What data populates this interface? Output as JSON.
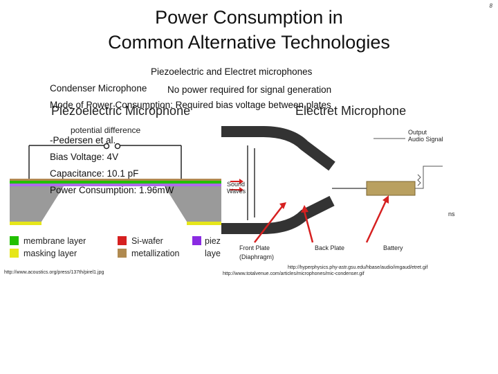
{
  "slide": {
    "title_line1": "Power Consumption in",
    "title_line2": "Common Alternative Technologies",
    "page_number": "8"
  },
  "bullets": {
    "heading": "Piezoelectric and Electret microphones",
    "condenser": "Condenser Microphone",
    "no_power": "No power required for signal generation",
    "mode": "Mode of Power Consumption: Required bias voltage between plates",
    "pedersen": "-Pedersen et al.",
    "bias": "Bias Voltage: 4V",
    "capacitance": "Capacitance: 10.1 pF",
    "power": "Power Consumption: 1.96mW"
  },
  "piezo_diagram": {
    "label": "Piezoelectric Microphone",
    "potential": "potential difference",
    "legend": [
      {
        "label": "membrane layer",
        "color": "#22c000"
      },
      {
        "label": "Si-wafer",
        "color": "#d62020"
      },
      {
        "label": "piez",
        "color": "#8a2be2"
      },
      {
        "label": "masking layer",
        "color": "#e6e61a"
      },
      {
        "label": "metallization",
        "color": "#b08a50"
      },
      {
        "label": "laye",
        "color": ""
      }
    ],
    "url": "http://www.acoustics.org/press/137th/pirel1.jpg"
  },
  "electret_diagram": {
    "label": "Electret Microphone",
    "output": "Output",
    "audio_signal": "Audio Signal",
    "sound": "Sound",
    "waves": "Waves",
    "ns": "ns",
    "front_plate": "Front Plate",
    "diaphragm": "(Diaphragm)",
    "back_plate": "Back Plate",
    "battery": "Battery",
    "url1": "http://hyperphysics.phy-astr.gsu.edu/hbase/audio/imgaud/etret.gif",
    "url2": "http://www.totalvenue.com/articles/microphones/mic-condenser.gif"
  },
  "colors": {
    "membrane": "#22c000",
    "si_wafer": "#9a9a9a",
    "masking": "#e6e61a",
    "metallization": "#b08a50",
    "piezo": "#8a2be2",
    "arrow": "#d62020"
  }
}
